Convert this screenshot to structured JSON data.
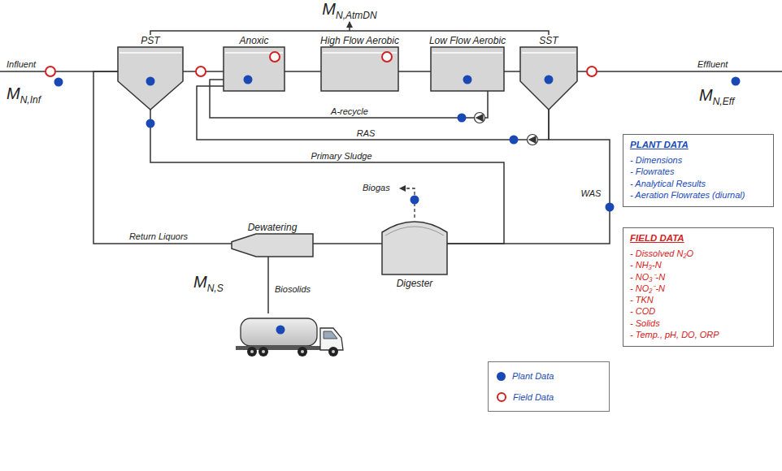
{
  "diagram": {
    "nodes": [
      {
        "text": [
          "PST"
        ]
      },
      {
        "text": [
          "Anoxic"
        ]
      },
      {
        "text": [
          "High Flow Aerobic"
        ]
      },
      {
        "text": [
          "Low Flow Aerobic"
        ]
      },
      {
        "text": [
          "SST"
        ]
      },
      {
        "text": [
          "PLANT DATA",
          "- Dimensions",
          "- Flowrates",
          "- Analytical Results",
          "- Aeration Flowrates (diurnal)"
        ]
      },
      {
        "text": [
          "Dewatering"
        ]
      },
      {
        "text": [
          "Digester"
        ]
      },
      {
        "text": [
          "FIELD DATA",
          "- Dissolved N₂O",
          "- NH₃-N",
          "- NO₃⁻-N",
          "- NO₂⁻-N",
          "- TKN",
          "- COD",
          "- Solids",
          "- Temp., pH, DO, ORP"
        ]
      }
    ],
    "edges": [
      {
        "from": 0,
        "to": 1,
        "arrow": "none"
      },
      {
        "from": 1,
        "to": 2,
        "arrow": "none"
      },
      {
        "from": 2,
        "to": 3,
        "arrow": "none"
      },
      {
        "from": 3,
        "to": 4,
        "arrow": "none"
      },
      {
        "from": 3,
        "to": 1,
        "label": "A-recycle",
        "arrow": "none"
      },
      {
        "from": 4,
        "to": 1,
        "label": "RAS",
        "arrow": "none"
      },
      {
        "from": 0,
        "to": 7,
        "label": "Primary Sludge",
        "arrow": "none"
      },
      {
        "from": 4,
        "to": 7,
        "label": "WAS",
        "arrow": "none"
      },
      {
        "from": 7,
        "to": 6,
        "arrow": "none"
      },
      {
        "from": 6,
        "to": 0,
        "label": "Return Liquors",
        "arrow": "none"
      }
    ],
    "labels": [
      "MN,AtmDN",
      "Influent",
      "MN,Inf",
      "Effluent",
      "MN,Eff",
      "Biogas",
      "Biosolids",
      "MN,S"
    ],
    "legend": [
      {
        "text": "Plant Data",
        "color": "#1a49b5"
      },
      {
        "text": "Field Data"
      }
    ]
  }
}
